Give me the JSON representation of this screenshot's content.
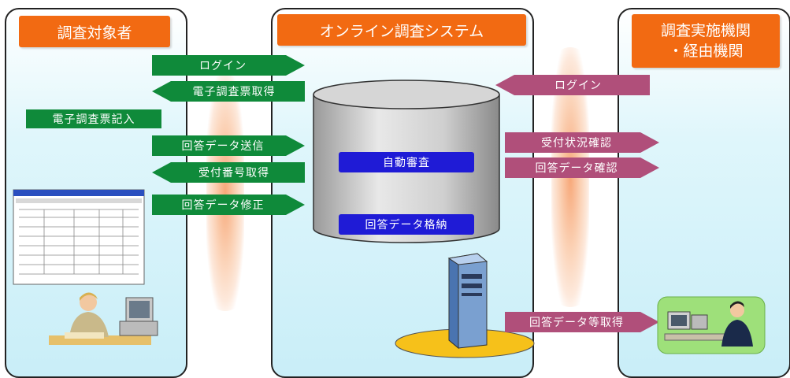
{
  "panels": {
    "subject_title": "調査対象者",
    "system_title": "オンライン調査システム",
    "agency_title_line1": "調査実施機関",
    "agency_title_line2": "・経由機関"
  },
  "left_arrows": [
    {
      "label": "ログイン",
      "direction": "right"
    },
    {
      "label": "電子調査票取得",
      "direction": "left"
    },
    {
      "label": "回答データ送信",
      "direction": "right"
    },
    {
      "label": "受付番号取得",
      "direction": "left"
    },
    {
      "label": "回答データ修正",
      "direction": "right"
    }
  ],
  "left_label": "電子調査票記入",
  "system_boxes": [
    "自動審査",
    "回答データ格納"
  ],
  "right_arrows": [
    {
      "label": "ログイン",
      "direction": "left"
    },
    {
      "label": "受付状況確認",
      "direction": "right"
    },
    {
      "label": "回答データ確認",
      "direction": "right"
    },
    {
      "label": "回答データ等取得",
      "direction": "right"
    }
  ],
  "colors": {
    "title": "#f26a12",
    "left_arrows": "#0f8a3a",
    "right_arrows": "#b04f7a",
    "system_boxes": "#1f1bd6"
  }
}
